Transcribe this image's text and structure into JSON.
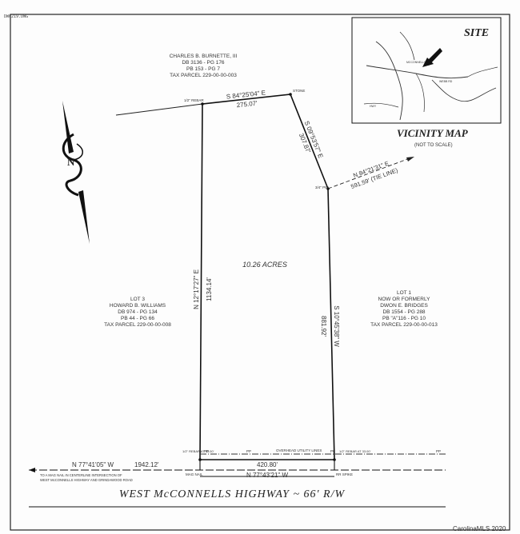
{
  "drawing_id": "DW0219.DWG",
  "watermark": "CarolinaMLS 2020",
  "north_arrow_label": "N",
  "owners": {
    "north": [
      "CHARLES B. BURNETTE, III",
      "DB 3136 - PG 176",
      "PB 153 - PG 7",
      "TAX PARCEL 229-00-00-003"
    ],
    "west": [
      "LOT 3",
      "HOWARD B. WILLIAMS",
      "DB 974 - PG 134",
      "PB 44 - PG 66",
      "TAX PARCEL 229-00-00-008"
    ],
    "east": [
      "LOT 1",
      "NOW OR FORMERLY",
      "DWON E. BRIDGES",
      "DB 1554 - PG 288",
      "PB \"A\"116 - PG 10",
      "TAX PARCEL 229-00-00-013"
    ]
  },
  "area": "10.26 ACRES",
  "bearings": {
    "north_bearing": "S 84°25'04\" E",
    "north_distance": "275.07'",
    "northeast_bearing": "S 09°53'57\" E",
    "northeast_distance": "307.87'",
    "tie_bearing": "N 84°21'31\" E",
    "tie_distance": "591.59' (TIE LINE)",
    "west_bearing": "N 12°17'27\" E",
    "west_distance": "1134.14'",
    "east_bearing": "S 10°45'38\" W",
    "east_distance": "881.92'",
    "south_bearing": "N 77°43'21\" W",
    "south_distance": "420.80'",
    "road_bearing": "N 77°41'05\" W",
    "road_distance": "1942.12'"
  },
  "monuments": {
    "nw": "1/2\" REBAR",
    "ne": "STONE",
    "e": "3/4\" PIN",
    "sw": "1/2\" REBAR AT 33.00'",
    "se": "1/2\" REBAR AT 33.00'",
    "mag_nail": "MAG NAIL",
    "rr_spike": "RR SPIKE",
    "pp1": "PP",
    "pp2": "PP",
    "pp3": "PP",
    "pp4": "PP"
  },
  "utility_label": "OVERHEAD UTILITY LINES",
  "road_note": [
    "TO A MAG NAIL IN CENTERLINE INTERSECTION OF",
    "WEST McCONNELLS HIGHWAY AND GRINDAWOOD ROAD"
  ],
  "road_name": "WEST McCONNELLS HIGHWAY ~ 66' R/W",
  "vicinity": {
    "title": "VICINITY MAP",
    "subtitle": "(NOT TO SCALE)",
    "site_label": "SITE",
    "roads": [
      "MCCONNELLS",
      "WEBB RD",
      "HWY"
    ]
  }
}
